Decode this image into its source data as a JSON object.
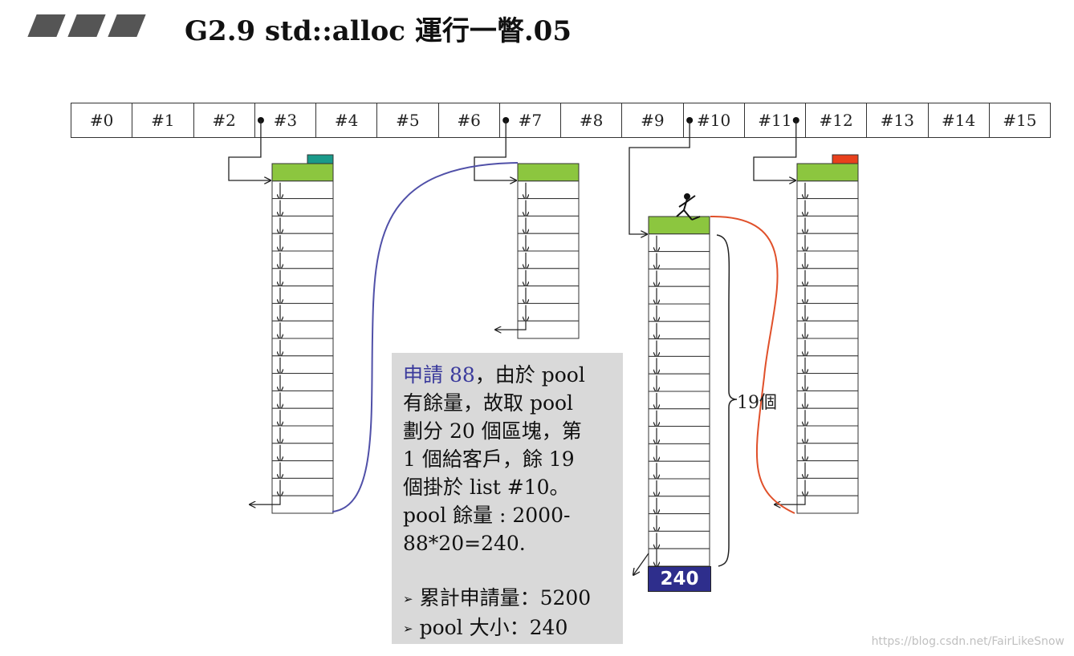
{
  "title": "G2.9 std::alloc 運行一瞥.05",
  "slots": [
    "#0",
    "#1",
    "#2",
    "#3",
    "#4",
    "#5",
    "#6",
    "#7",
    "#8",
    "#9",
    "#10",
    "#11",
    "#12",
    "#13",
    "#14",
    "#15"
  ],
  "chains": [
    {
      "slot": 3,
      "blocks": 20
    },
    {
      "slot": 7,
      "blocks": 10
    },
    {
      "slot": 10,
      "blocks": 20
    },
    {
      "slot": 11,
      "blocks": 20
    }
  ],
  "note": {
    "line1_highlight": "申請 88",
    "line1_rest": "，由於 pool",
    "line2": "有餘量，故取 pool",
    "line3": "劃分 20 個區塊，第",
    "line4": "1 個給客戶，餘 19",
    "line5": "個掛於 list #10。",
    "line6": "pool 餘量 : 2000-",
    "line7": "88*20=240.",
    "bullet1": "累計申請量：5200",
    "bullet2": "pool 大小：240"
  },
  "remaining_count_label": "19個",
  "pool_remaining": "240",
  "watermark": "https://blog.csdn.net/FairLikeSnow",
  "colors": {
    "block_head": "#8cc63f",
    "tag_teal": "#1a9a8a",
    "tag_red": "#e8401c",
    "curve_blue": "#5050a8",
    "curve_red": "#e0502a",
    "pool_bg": "#2e2e8c"
  }
}
